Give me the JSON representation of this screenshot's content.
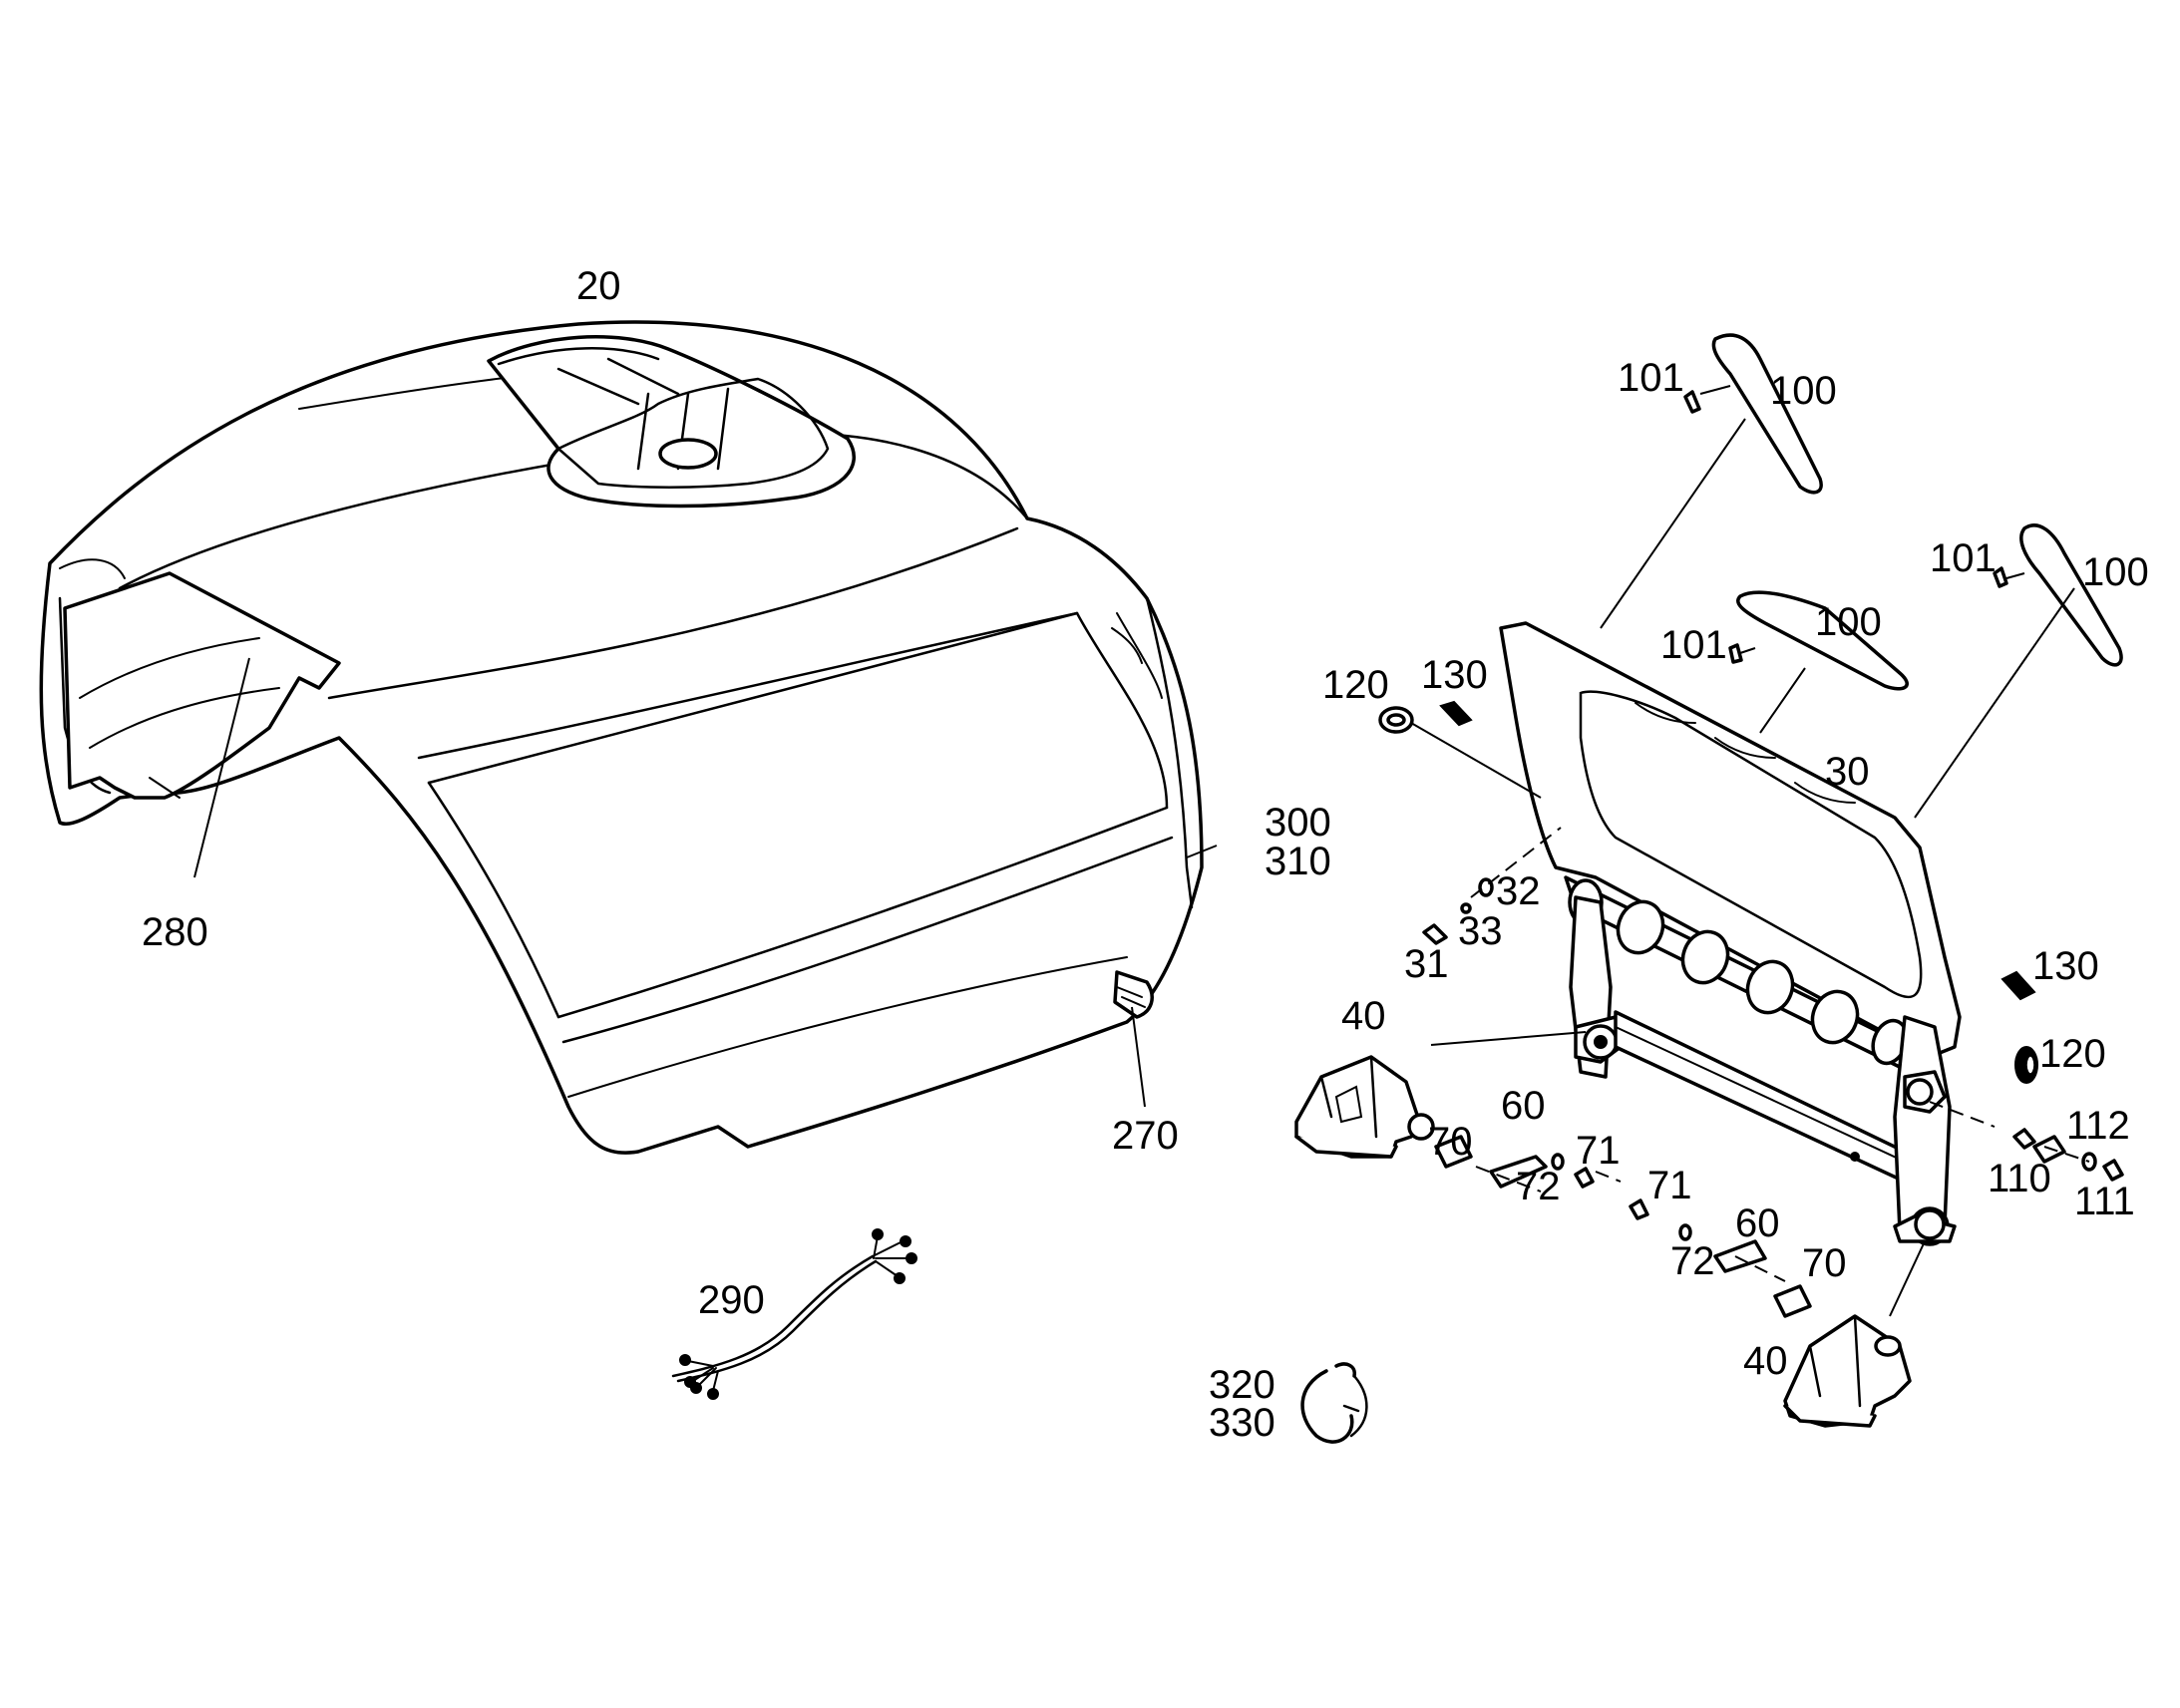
{
  "callouts": [
    {
      "id": "c20",
      "text": "20"
    },
    {
      "id": "c280",
      "text": "280"
    },
    {
      "id": "c300",
      "text": "300"
    },
    {
      "id": "c310",
      "text": "310"
    },
    {
      "id": "c270",
      "text": "270"
    },
    {
      "id": "c290",
      "text": "290"
    },
    {
      "id": "c320",
      "text": "320"
    },
    {
      "id": "c330",
      "text": "330"
    },
    {
      "id": "c101a",
      "text": "101"
    },
    {
      "id": "c100a",
      "text": "100"
    },
    {
      "id": "c101b",
      "text": "101"
    },
    {
      "id": "c100b",
      "text": "100"
    },
    {
      "id": "c101c",
      "text": "101"
    },
    {
      "id": "c100c",
      "text": "100"
    },
    {
      "id": "c120a",
      "text": "120"
    },
    {
      "id": "c130a",
      "text": "130"
    },
    {
      "id": "c30",
      "text": "30"
    },
    {
      "id": "c32",
      "text": "32"
    },
    {
      "id": "c33",
      "text": "33"
    },
    {
      "id": "c31",
      "text": "31"
    },
    {
      "id": "c130b",
      "text": "130"
    },
    {
      "id": "c120b",
      "text": "120"
    },
    {
      "id": "c40a",
      "text": "40"
    },
    {
      "id": "c60a",
      "text": "60"
    },
    {
      "id": "c70a",
      "text": "70"
    },
    {
      "id": "c71a",
      "text": "71"
    },
    {
      "id": "c72a",
      "text": "72"
    },
    {
      "id": "c112",
      "text": "112"
    },
    {
      "id": "c110",
      "text": "110"
    },
    {
      "id": "c111",
      "text": "111"
    },
    {
      "id": "c71b",
      "text": "71"
    },
    {
      "id": "c60b",
      "text": "60"
    },
    {
      "id": "c72b",
      "text": "72"
    },
    {
      "id": "c70b",
      "text": "70"
    },
    {
      "id": "c40b",
      "text": "40"
    }
  ]
}
